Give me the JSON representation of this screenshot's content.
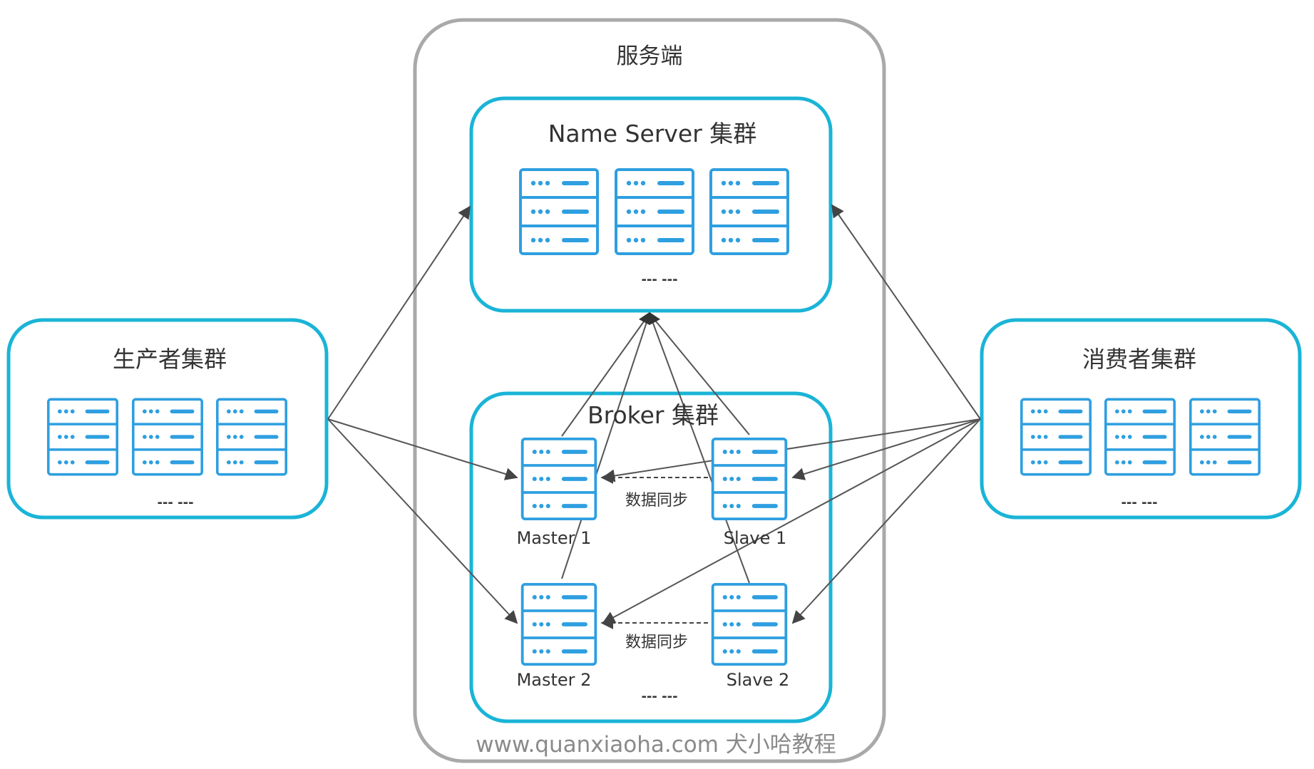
{
  "server_side": {
    "title": "服务端"
  },
  "name_server": {
    "title": "Name Server 集群",
    "ellipsis": "--- ---"
  },
  "broker": {
    "title": "Broker 集群",
    "ellipsis": "--- ---",
    "nodes": {
      "master1": "Master 1",
      "slave1": "Slave 1",
      "master2": "Master 2",
      "slave2": "Slave 2"
    },
    "sync_label": "数据同步"
  },
  "producer": {
    "title": "生产者集群",
    "ellipsis": "--- ---"
  },
  "consumer": {
    "title": "消费者集群",
    "ellipsis": "--- ---"
  },
  "watermark": "www.quanxiaoha.com 犬小哈教程",
  "colors": {
    "accent": "#1ab4d7",
    "server_icon": "#2e9fe0",
    "outer_border": "#a9a9a9",
    "line": "#555555"
  },
  "icons": [
    "server-rack-icon",
    "arrow-head-icon"
  ]
}
